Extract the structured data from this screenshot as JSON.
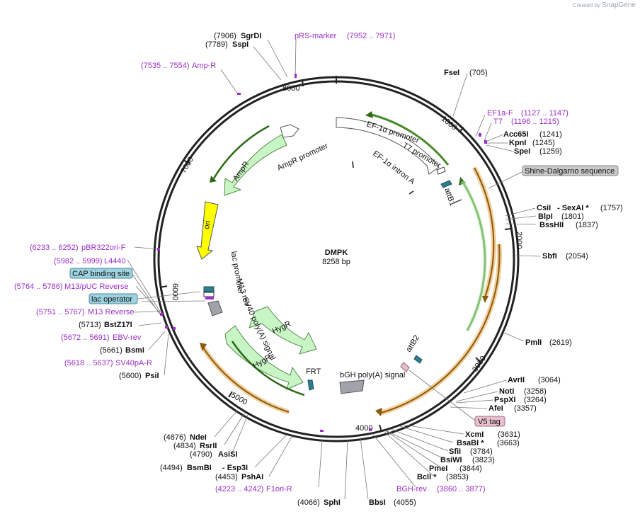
{
  "branding": {
    "created_by": "Created by",
    "app": "SnapGene"
  },
  "plasmid": {
    "name": "DMPK",
    "size": "8258 bp"
  },
  "tick_labels": [
    "1000",
    "2000",
    "3000",
    "4000",
    "5000",
    "6000",
    "7000",
    "8000"
  ],
  "enzymes": {
    "sgrdi": {
      "name": "SgrDI",
      "pos": "(7906)"
    },
    "sspi": {
      "name": "SspI",
      "pos": "(7789)"
    },
    "fsei": {
      "name": "FseI",
      "pos": "(705)"
    },
    "acc65i": {
      "name": "Acc65I",
      "pos": "(1241)"
    },
    "kpni": {
      "name": "KpnI",
      "pos": "(1245)"
    },
    "spei": {
      "name": "SpeI",
      "pos": "(1259)"
    },
    "csii": {
      "name": "CsiI",
      "pos": "(1757)"
    },
    "sexai": {
      "name": "- SexAI *"
    },
    "blpi": {
      "name": "BlpI",
      "pos": "(1801)"
    },
    "bsshii": {
      "name": "BssHII",
      "pos": "(1837)"
    },
    "sbfi": {
      "name": "SbfI",
      "pos": "(2054)"
    },
    "pmli": {
      "name": "PmlI",
      "pos": "(2619)"
    },
    "avrii": {
      "name": "AvrII",
      "pos": "(3064)"
    },
    "noti": {
      "name": "NotI",
      "pos": "(3258)"
    },
    "pspxi": {
      "name": "PspXI",
      "pos": "(3264)"
    },
    "afei": {
      "name": "AfeI",
      "pos": "(3357)"
    },
    "xcmi": {
      "name": "XcmI",
      "pos": "(3631)"
    },
    "bsabi": {
      "name": "BsaBI *",
      "pos": "(3663)"
    },
    "sfii": {
      "name": "SfiI",
      "pos": "(3784)"
    },
    "bsiwi": {
      "name": "BsiWI",
      "pos": "(3823)"
    },
    "pmei": {
      "name": "PmeI",
      "pos": "(3844)"
    },
    "bcli": {
      "name": "BclI *",
      "pos": "(3853)"
    },
    "bbsi": {
      "name": "BbsI",
      "pos": "(4055)"
    },
    "sphi": {
      "name": "SphI",
      "pos": "(4066)"
    },
    "pshai": {
      "name": "PshAI",
      "pos": "(4453)"
    },
    "esp3i": {
      "name": "- Esp3I"
    },
    "bsmbi": {
      "name": "BsmBI",
      "pos": "(4494)"
    },
    "asisi": {
      "name": "AsiSI",
      "pos": "(4790)"
    },
    "rsrii": {
      "name": "RsrII",
      "pos": "(4834)"
    },
    "ndei": {
      "name": "NdeI",
      "pos": "(4876)"
    },
    "psii": {
      "name": "PsiI",
      "pos": "(5600)"
    },
    "bsmi": {
      "name": "BsmI",
      "pos": "(5661)"
    },
    "bstz17i": {
      "name": "BstZ17I",
      "pos": "(5713)"
    }
  },
  "primers": {
    "prs_marker": {
      "name": "pRS-marker",
      "range": "(7952 .. 7971)"
    },
    "amp_r": {
      "name": "Amp-R",
      "range": "(7535 .. 7554)"
    },
    "ef1a_f": {
      "name": "EF1a-F",
      "range": "(1127 .. 1147)"
    },
    "t7": {
      "name": "T7",
      "range": "(1196 .. 1215)"
    },
    "pbr322ori_f": {
      "name": "pBR322ori-F",
      "range": "(6233 .. 6252)"
    },
    "l4440": {
      "name": "L4440",
      "range": "(5982 .. 5999)"
    },
    "m13puc_rev": {
      "name": "M13/pUC Reverse",
      "range": "(5764 .. 5786)"
    },
    "m13_rev": {
      "name": "M13 Reverse",
      "range": "(5751 .. 5767)"
    },
    "ebv_rev": {
      "name": "EBV-rev",
      "range": "(5672 .. 5691)"
    },
    "sv40pa_r": {
      "name": "SV40pA-R",
      "range": "(5618 .. 5637)"
    },
    "f1ori_r": {
      "name": "F1ori-R",
      "range": "(4223 .. 4242)"
    },
    "bgh_rev": {
      "name": "BGH-rev",
      "range": "(3860 .. 3877)"
    }
  },
  "boxed_labels": {
    "shine_dalgarno": "Shine-Dalgarno sequence",
    "cap_site": "CAP binding site",
    "lac_operator": "lac operator",
    "v5_tag": "V5 tag"
  },
  "features": {
    "ef1a_promoter": "EF-1α promoter",
    "t7_promoter": "T7 promoter",
    "ef1a_intron": "EF-1α intron A",
    "attb1": "attB1",
    "ampr_promoter": "AmpR promoter",
    "ampr": "AmpR",
    "ori": "ori",
    "lac_promoter": "lac promoter",
    "m13_rev": "M13 rev",
    "sv40_polya": "SV40 poly(A) signal",
    "hygr_inner": "HygR",
    "hygr_outer": "HygR",
    "frt": "FRT",
    "bgh_polya": "bGH poly(A) signal",
    "attb2": "attB2"
  },
  "colors": {
    "backbone": "#222222",
    "primer": "#9b30c8",
    "green_feature": "#c8f5c4",
    "orange_orf": "#e8a23a",
    "yellow_ori": "#ffff00",
    "gray_polya": "#a0a4aa",
    "teal_site": "#2e7f8e",
    "cap_box": "#9dd2e0",
    "v5_box": "#e8bfcf",
    "shine_box": "#c9c9c9"
  }
}
